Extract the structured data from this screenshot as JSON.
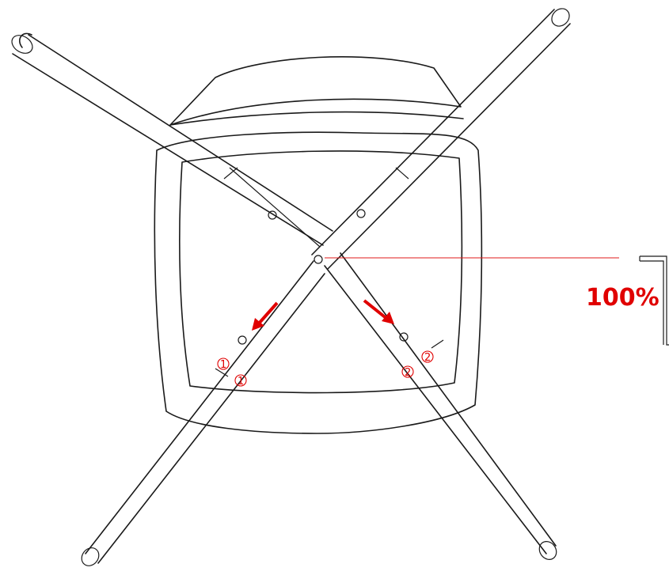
{
  "torque_label": "100%",
  "step_markers": [
    "1",
    "1",
    "2",
    "2"
  ],
  "colors": {
    "annotation": "#e00000",
    "outline": "#1a1a1a"
  },
  "icons": [
    "allen-key-icon",
    "arrow-icon"
  ]
}
